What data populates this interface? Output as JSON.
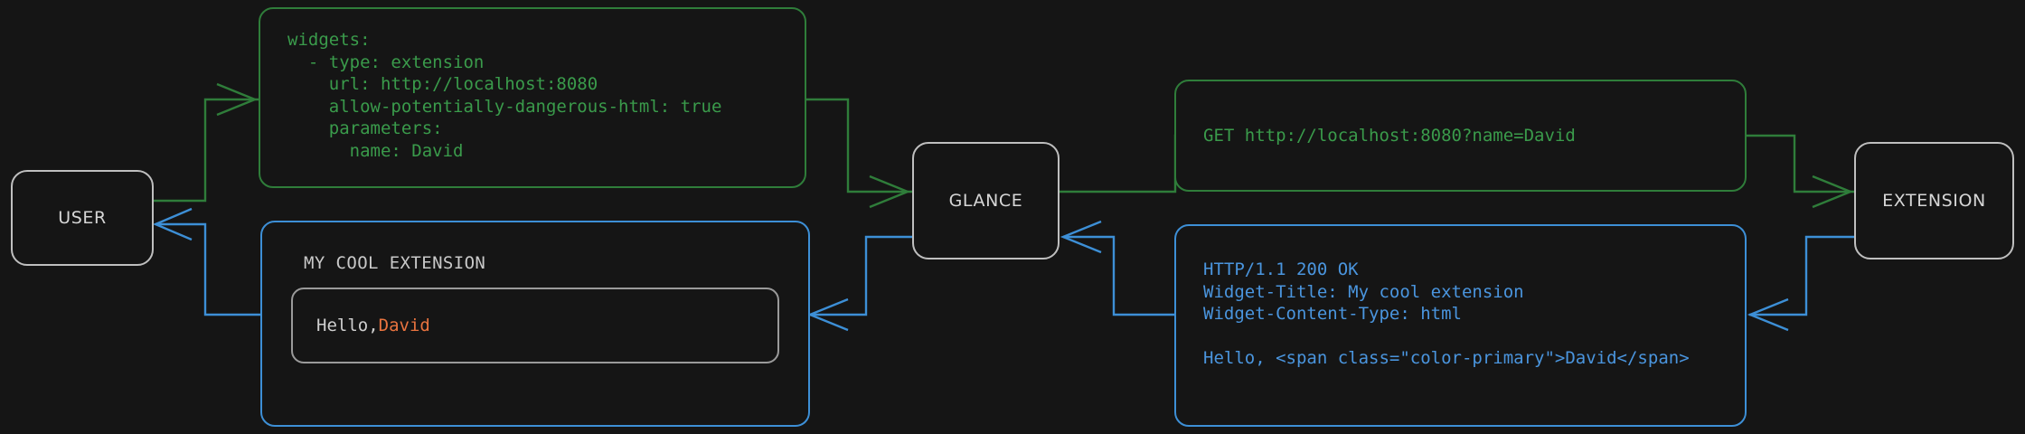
{
  "theme": {
    "background": "#151515",
    "node_border": "#bfbfbf",
    "node_text": "#d6d6d6",
    "request_color": "#3a9b4b",
    "response_color": "#4a95de",
    "accent_primary": "#e8733f",
    "widget_border": "#9a9a9a"
  },
  "nodes": {
    "user": {
      "label": "USER"
    },
    "glance": {
      "label": "GLANCE"
    },
    "extension": {
      "label": "EXTENSION"
    }
  },
  "cards": {
    "config_yaml": {
      "flow": "request",
      "color": "#3a9b4b",
      "text": "widgets:\n  - type: extension\n    url: http://localhost:8080\n    allow-potentially-dangerous-html: true\n    parameters:\n      name: David"
    },
    "http_request": {
      "flow": "request",
      "color": "#3a9b4b",
      "text": "GET http://localhost:8080?name=David"
    },
    "http_response": {
      "flow": "response",
      "color": "#4a95de",
      "text": "HTTP/1.1 200 OK\nWidget-Title: My cool extension\nWidget-Content-Type: html\n\nHello, <span class=\"color-primary\">David</span>"
    }
  },
  "widget_preview": {
    "flow": "response",
    "title": "MY COOL EXTENSION",
    "body_prefix": "Hello, ",
    "body_accent": "David"
  },
  "arrows": {
    "request_label": "request-flow-arrow",
    "response_label": "response-flow-arrow"
  }
}
